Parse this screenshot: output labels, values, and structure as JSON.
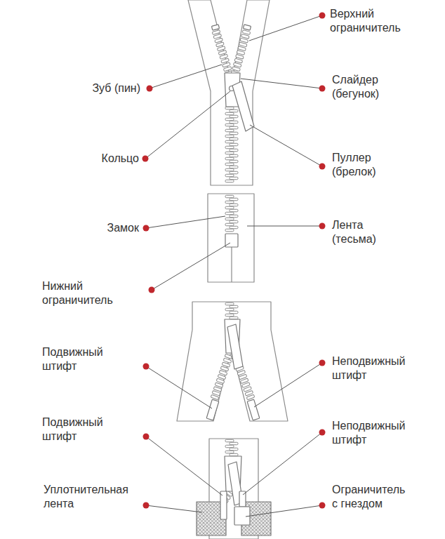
{
  "diagram": {
    "labels": [
      "Верхний ограничитель",
      "Зуб (пин)",
      "Слайдер (бегунок)",
      "Кольцо",
      "Пуллер (брелок)",
      "Замок",
      "Лента (тесьма)",
      "Нижний ограничитель",
      "Подвижный штифт",
      "Неподвижный штифт",
      "Подвижный штифт",
      "Неподвижный штифт",
      "Уплотнительная лента",
      "Ограничитель с гнездом"
    ]
  }
}
